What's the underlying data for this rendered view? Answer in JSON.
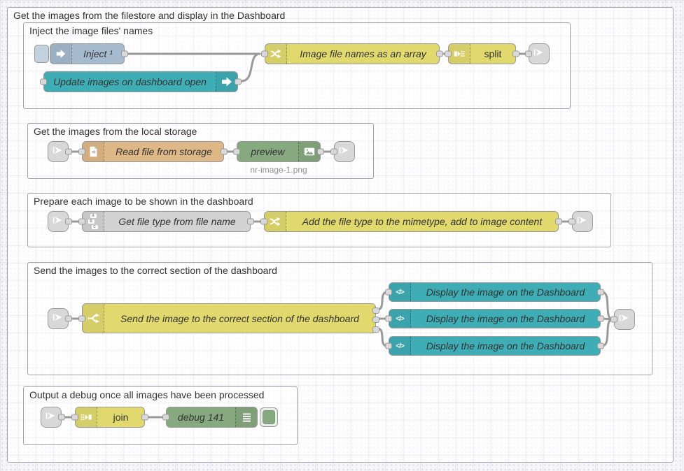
{
  "outer_group": {
    "title": "Get the images from the filestore and display in the Dashboard"
  },
  "groups": {
    "inject_group": {
      "title": "Inject the image files' names"
    },
    "storage_group": {
      "title": "Get the images from the local storage"
    },
    "prepare_group": {
      "title": "Prepare each image to be shown in the dashboard"
    },
    "send_group": {
      "title": "Send the images to the correct section of the dashboard"
    },
    "debug_group": {
      "title": "Output a debug once all images have been processed"
    }
  },
  "nodes": {
    "inject": {
      "label": "Inject ¹"
    },
    "update_images": {
      "label": "Update images on dashboard open"
    },
    "image_file_names": {
      "label": "Image file names as an array"
    },
    "split": {
      "label": "split"
    },
    "read_file": {
      "label": "Read file from storage"
    },
    "preview": {
      "label": "preview",
      "status": "nr-image-1.png"
    },
    "get_file_type": {
      "label": "Get file type from file name"
    },
    "add_file_type": {
      "label": "Add the file type to the mimetype, add to image content"
    },
    "switch_send": {
      "label": "Send the image to the correct section of the dashboard"
    },
    "display_1": {
      "label": "Display the image on the Dashboard"
    },
    "display_2": {
      "label": "Display the image on the Dashboard"
    },
    "display_3": {
      "label": "Display the image on the Dashboard"
    },
    "join": {
      "label": "join"
    },
    "debug": {
      "label": "debug 141"
    }
  },
  "icons": {
    "inject": "arrow-right-icon",
    "dashboard_control": "arrow-right-icon",
    "change": "shuffle-icon",
    "split": "split-icon",
    "join": "join-icon",
    "link": "link-arrow-icon",
    "file": "file-icon",
    "preview": "image-icon",
    "get_file_type": "abc-boxes-icon",
    "switch": "fork-icon",
    "template": "code-icon",
    "debug": "list-icon"
  },
  "colors": {
    "inject_blue": "#a6bbcf",
    "dashboard_teal": "#3fadb5",
    "function_yellow": "#e2d96e",
    "file_orange": "#deb887",
    "debug_green": "#87a980",
    "grey_node": "#d3d3d3",
    "link_grey": "#d8d8d8",
    "wire_grey": "#999999",
    "canvas": "#f6f6fa"
  }
}
